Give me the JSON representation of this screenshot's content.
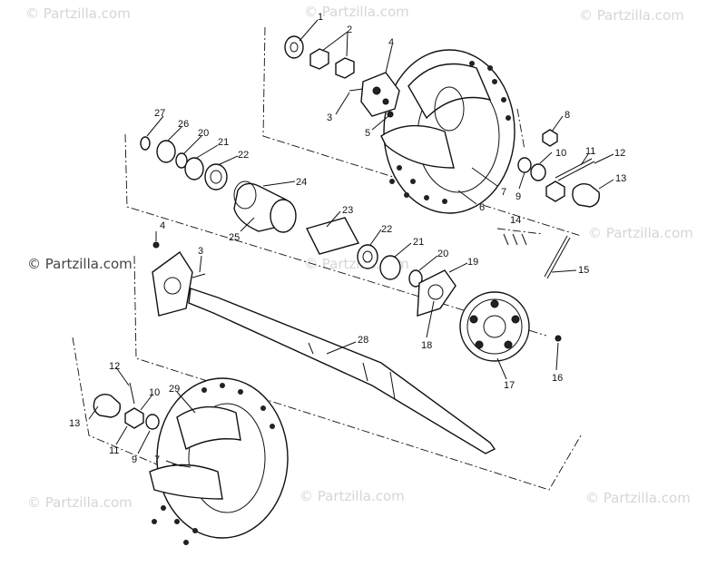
{
  "watermark": {
    "text": "© Partzilla.com"
  },
  "colors": {
    "ink": "#111111",
    "watermark": "#d6d6d6",
    "background": "#ffffff"
  },
  "labels": [
    "1",
    "2",
    "3",
    "4",
    "5",
    "6",
    "7",
    "8",
    "9",
    "10",
    "11",
    "12",
    "13",
    "14",
    "15",
    "16",
    "17",
    "18",
    "19",
    "20",
    "21",
    "22",
    "23",
    "24",
    "25",
    "26",
    "27",
    "28",
    "29"
  ]
}
